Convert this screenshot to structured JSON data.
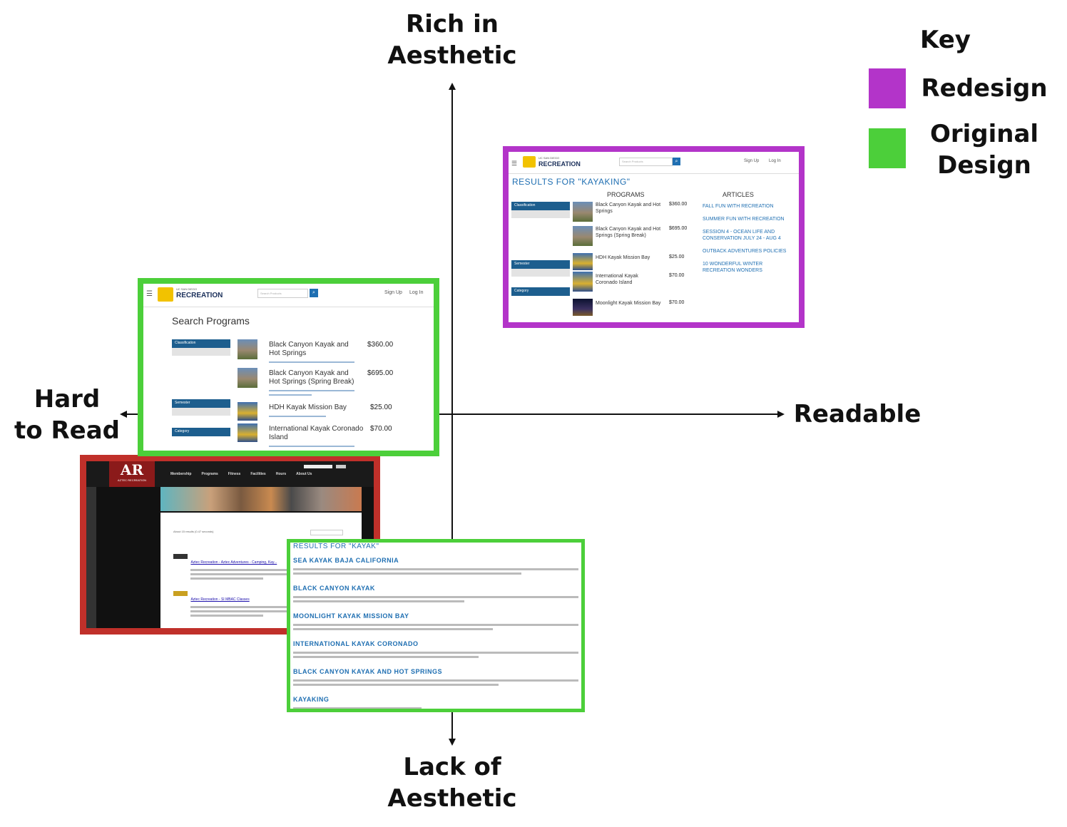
{
  "axes": {
    "top_label": [
      "Rich in",
      "Aesthetic"
    ],
    "bottom_label": [
      "Lack of",
      "Aesthetic"
    ],
    "left_label": [
      "Hard",
      "to Read"
    ],
    "right_label": "Readable"
  },
  "key": {
    "title": "Key",
    "items": [
      {
        "label": "Redesign",
        "color": "#b334c9"
      },
      {
        "label": "Original Design",
        "label_lines": [
          "Original",
          "Design"
        ],
        "color": "#4ccf3a"
      }
    ]
  },
  "frame_colors": {
    "redesign": "#b334c9",
    "original": "#4ccf3a",
    "other": "#c0302a"
  },
  "redesign_shot": {
    "brand_small": "UC SAN DIEGO",
    "brand": "RECREATION",
    "search_placeholder": "Search Products",
    "nav": [
      "Sign Up",
      "Log In"
    ],
    "heading": "RESULTS FOR \"KAYAKING\"",
    "col_programs": "PROGRAMS",
    "col_articles": "ARTICLES",
    "sidebar": [
      "Classification",
      "Semester",
      "Category"
    ],
    "programs": [
      {
        "title": "Black Canyon Kayak and Hot Springs",
        "price": "$360.00"
      },
      {
        "title": "Black Canyon Kayak and Hot Springs (Spring Break)",
        "price": "$695.00"
      },
      {
        "title": "HDH Kayak Mission Bay",
        "price": "$25.00"
      },
      {
        "title": "International Kayak Coronado Island",
        "price": "$70.00"
      },
      {
        "title": "Moonlight Kayak Mission Bay",
        "price": "$70.00"
      }
    ],
    "articles": [
      "FALL FUN WITH RECREATION",
      "SUMMER FUN WITH RECREATION",
      "SESSION 4 - OCEAN LIFE AND CONSERVATION JULY 24 - AUG 4",
      "OUTBACK ADVENTURES POLICIES",
      "10 WONDERFUL WINTER RECREATION WONDERS"
    ]
  },
  "original_shot": {
    "brand_small": "UC SAN DIEGO",
    "brand": "RECREATION",
    "search_placeholder": "Search Products",
    "nav": [
      "Sign Up",
      "Log In"
    ],
    "heading": "Search Programs",
    "sidebar": [
      "Classification",
      "Semester",
      "Category"
    ],
    "programs": [
      {
        "title": "Black Canyon Kayak and Hot Springs",
        "price": "$360.00"
      },
      {
        "title": "Black Canyon Kayak and Hot Springs (Spring Break)",
        "price": "$695.00"
      },
      {
        "title": "HDH Kayak Mission Bay",
        "price": "$25.00"
      },
      {
        "title": "International Kayak Coronado Island",
        "price": "$70.00"
      }
    ]
  },
  "aztec_shot": {
    "logo": "AR",
    "logo_sub": "AZTEC RECREATION",
    "nav": [
      "Membership",
      "Programs",
      "Fitness",
      "Facilities",
      "Hours",
      "About Us"
    ],
    "results_count": "About 15 results (0.47 seconds)",
    "results": [
      "Aztec Recreation - Aztec Adventures - Camping, Kay...",
      "Aztec Recreation - SI MBAC Classes"
    ]
  },
  "results_shot": {
    "heading": "RESULTS FOR \"KAYAK\"",
    "results": [
      "SEA KAYAK BAJA CALIFORNIA",
      "BLACK CANYON KAYAK",
      "MOONLIGHT KAYAK MISSION BAY",
      "INTERNATIONAL KAYAK CORONADO",
      "BLACK CANYON KAYAK AND HOT SPRINGS",
      "KAYAKING"
    ]
  }
}
